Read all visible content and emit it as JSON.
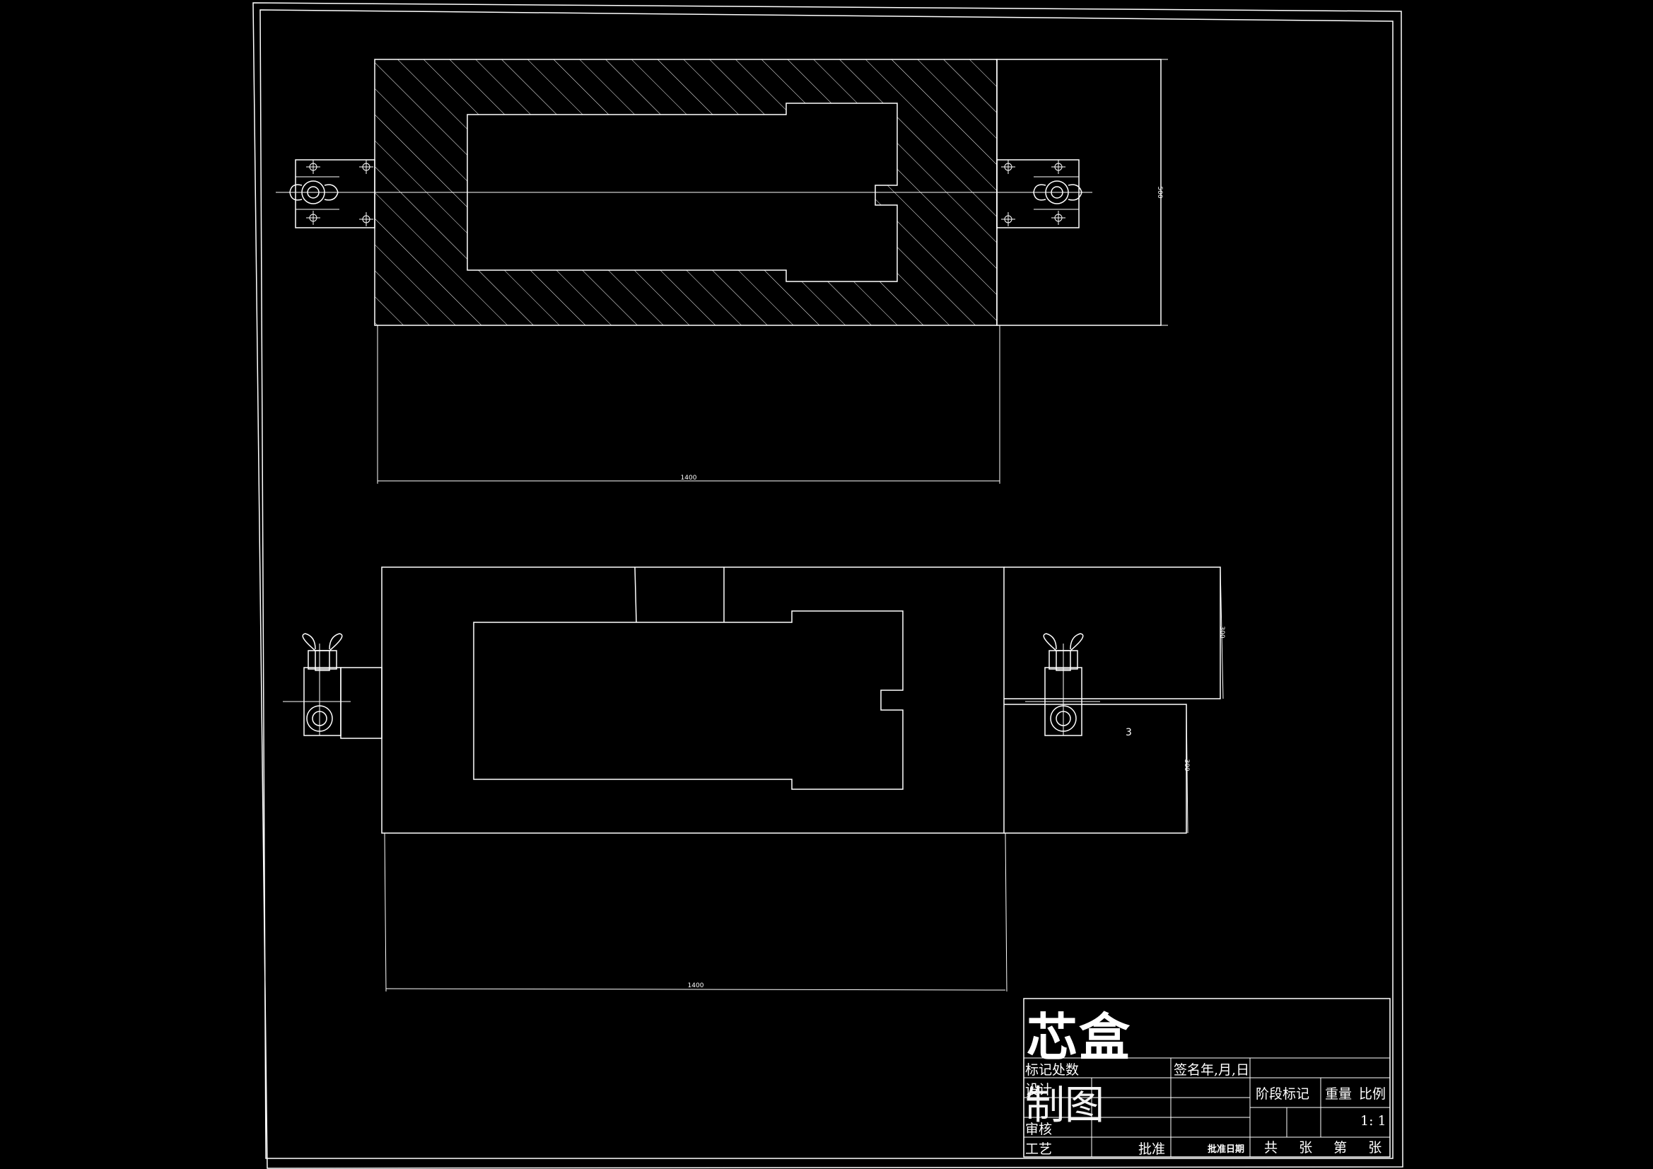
{
  "drawing": {
    "title": "芯盒",
    "scale": "1: 1",
    "callout": "3"
  },
  "title_block": {
    "mark_count": "标记处数",
    "sign_date": "签名年,月,日",
    "stage_mark": "阶段标记",
    "weight": "重量",
    "ratio": "比例",
    "design": "设计",
    "drawing": "制图",
    "review": "审核",
    "process": "工艺",
    "approve": "批准",
    "approve_date": "批准日期",
    "sheets": "共  张  第  张"
  },
  "dimensions": {
    "top_width": "1400",
    "top_height": "500",
    "bottom_width": "1400",
    "bottom_height_upper": "300",
    "bottom_height_lower": "300"
  },
  "colors": {
    "background": "#000000",
    "lines": "#ffffff"
  }
}
